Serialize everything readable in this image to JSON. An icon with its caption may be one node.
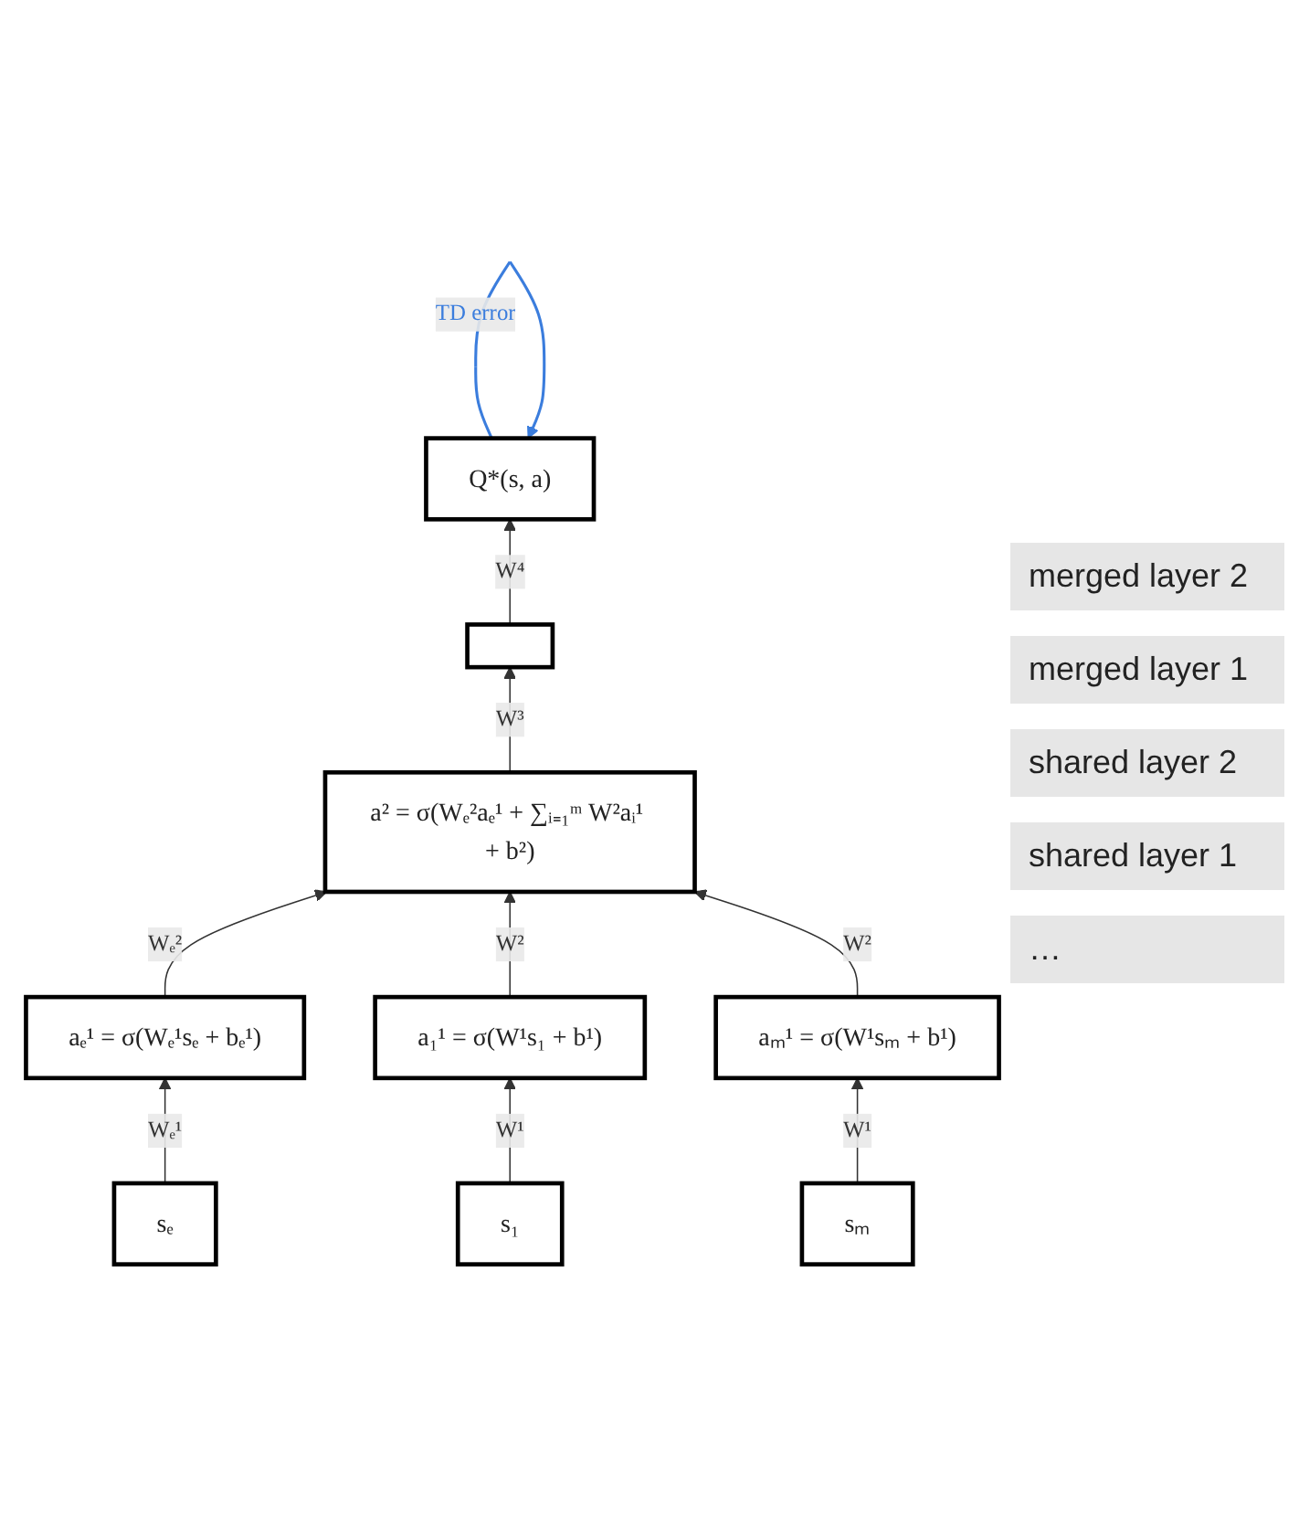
{
  "diagram": {
    "nodes": [
      {
        "text": [
          "Q*(s, a)"
        ]
      },
      {
        "text": [],
        "shape": "box"
      },
      {
        "text": [
          "a² = σ(Wₑ²aₑ¹ + ∑ᵢ₌₁ᵐ W²aᵢ¹ + b²)"
        ]
      },
      {
        "text": [
          "aₑ¹ = σ(Wₑ¹sₑ + bₑ¹)"
        ]
      },
      {
        "text": [
          "a₁¹ = σ(W¹s₁ + b¹)"
        ]
      },
      {
        "text": [
          "aₘ¹ = σ(W¹sₘ + b¹)"
        ]
      },
      {
        "text": [
          "sₑ"
        ]
      },
      {
        "text": [
          "s₁"
        ]
      },
      {
        "text": [
          "sₘ"
        ]
      }
    ],
    "edges": [
      {
        "from": 0,
        "to": 0,
        "arrow": "to",
        "label": "TD error",
        "color": "#3b7ddd"
      },
      {
        "from": 1,
        "to": 0,
        "arrow": "to",
        "label": "W⁴"
      },
      {
        "from": 2,
        "to": 1,
        "arrow": "to",
        "label": "W³"
      },
      {
        "from": 3,
        "to": 2,
        "arrow": "to",
        "label": "Wₑ²"
      },
      {
        "from": 4,
        "to": 2,
        "arrow": "to",
        "label": "W²"
      },
      {
        "from": 5,
        "to": 2,
        "arrow": "to",
        "label": "W²"
      },
      {
        "from": 6,
        "to": 3,
        "arrow": "to",
        "label": "Wₑ¹"
      },
      {
        "from": 7,
        "to": 4,
        "arrow": "to",
        "label": "W¹"
      },
      {
        "from": 8,
        "to": 5,
        "arrow": "to",
        "label": "W¹"
      }
    ],
    "labels": [
      "merged layer 2",
      "merged layer 1",
      "shared layer 2",
      "shared layer 1",
      "…"
    ]
  }
}
